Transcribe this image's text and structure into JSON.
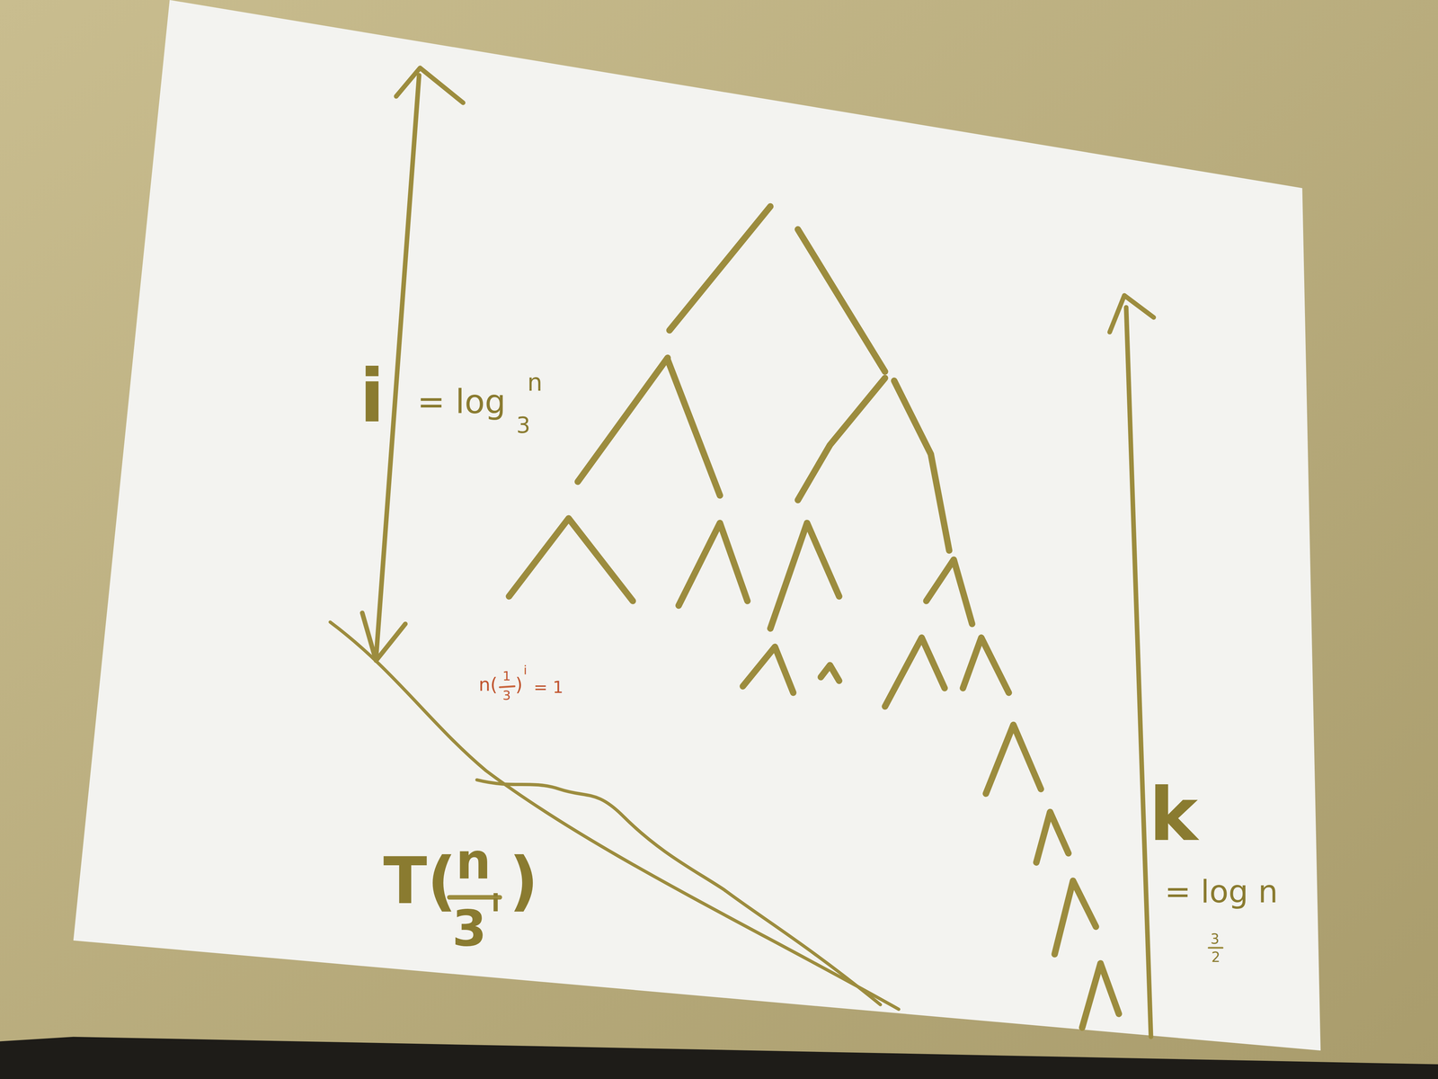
{
  "diagram": {
    "labels": [
      "i",
      "= log",
      "3",
      "n",
      "n(",
      "1",
      "3",
      ")",
      "i",
      "= 1",
      "T(",
      "n",
      "3",
      "i",
      ")",
      "k",
      "= log n",
      "3",
      "2"
    ]
  }
}
